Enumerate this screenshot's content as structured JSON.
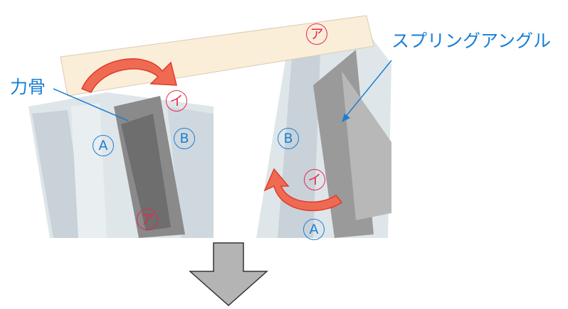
{
  "labels": {
    "rikkotsu": "力骨",
    "spring_angle": "スプリングアングル"
  },
  "markers": {
    "a_top_right": "ア",
    "i_top_left": "イ",
    "A_left": "A",
    "B_left": "B",
    "B_right": "B",
    "i_right": "イ",
    "a_bottom_left": "ア",
    "A_bottom_right": "A"
  },
  "colors": {
    "label_blue": "#1a7fd4",
    "marker_red": "#e8264f",
    "arrow_red": "#ef6a52",
    "panel": "#fbeed9",
    "arrow_gray": "#b4b4b4"
  }
}
